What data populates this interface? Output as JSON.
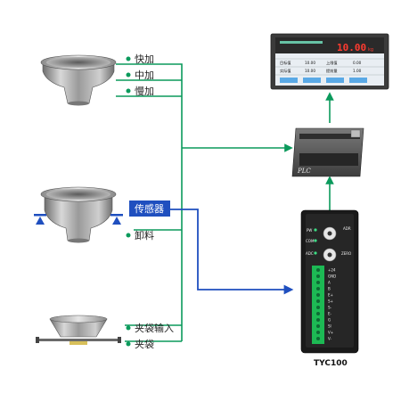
{
  "hopper_top": {
    "lines": [
      {
        "id": "fast",
        "label": "快加"
      },
      {
        "id": "medium",
        "label": "中加"
      },
      {
        "id": "slow",
        "label": "慢加"
      }
    ]
  },
  "hopper_middle": {
    "sensor_label": "传感器",
    "discharge_label": "卸料"
  },
  "bag_clamp": {
    "lines": [
      {
        "id": "clamp_input",
        "label": "夹袋输入"
      },
      {
        "id": "clamp",
        "label": "夹袋"
      }
    ]
  },
  "hmi": {
    "display_value": "10.00",
    "display_unit": "kg",
    "table": [
      [
        "目标值",
        "10.00",
        "上限值",
        "0.00"
      ],
      [
        "实际值",
        "10.00",
        "提前量",
        "1.00"
      ]
    ]
  },
  "plc": {
    "label": "PLC"
  },
  "transmitter": {
    "model": "TYC100",
    "knob_labels": [
      "PW",
      "ADR",
      "COM",
      "ADC",
      "ZERO"
    ],
    "terminal_labels": [
      "+24",
      "GND",
      "A",
      "B",
      "E+",
      "S+",
      "S-",
      "E-",
      "G",
      "SI",
      "V+",
      "V-"
    ]
  },
  "colors": {
    "signal_line": "#0b9a5c",
    "sensor_line": "#1f4fbf",
    "sensor_box": "#1f4fbf",
    "arrow_green": "#0b9a5c"
  }
}
